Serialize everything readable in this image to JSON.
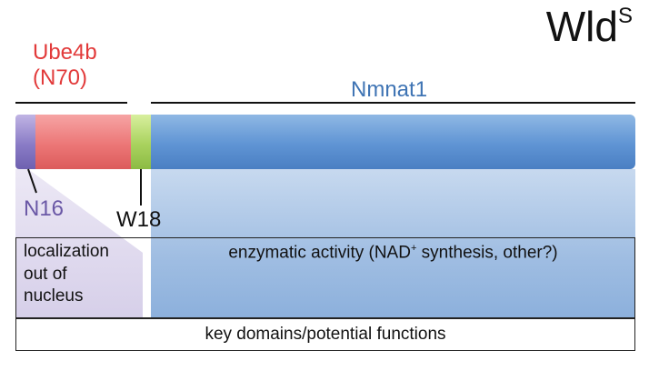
{
  "title": {
    "text": "Wld",
    "sup": "S"
  },
  "protein": {
    "ube4b_label_line1": "Ube4b",
    "ube4b_label_line2": "(N70)",
    "nmnat1_label": "Nmnat1",
    "n16_label": "N16",
    "w18_label": "W18"
  },
  "colors": {
    "n16": "#8a7cc6",
    "ube4b": "#ec7777",
    "w18": "#a9d25e",
    "nmnat1": "#5f94d4",
    "ube4b_text": "#e23a3a",
    "nmnat1_text": "#3f74b4",
    "n16_text": "#6a58a6"
  },
  "functions": {
    "localization_line1": "localization",
    "localization_line2": "out of",
    "localization_line3": "nucleus",
    "enzymatic_before": "enzymatic activity (NAD",
    "enzymatic_sup": "+",
    "enzymatic_after": " synthesis, other?)",
    "key_domains": "key domains/potential functions"
  }
}
